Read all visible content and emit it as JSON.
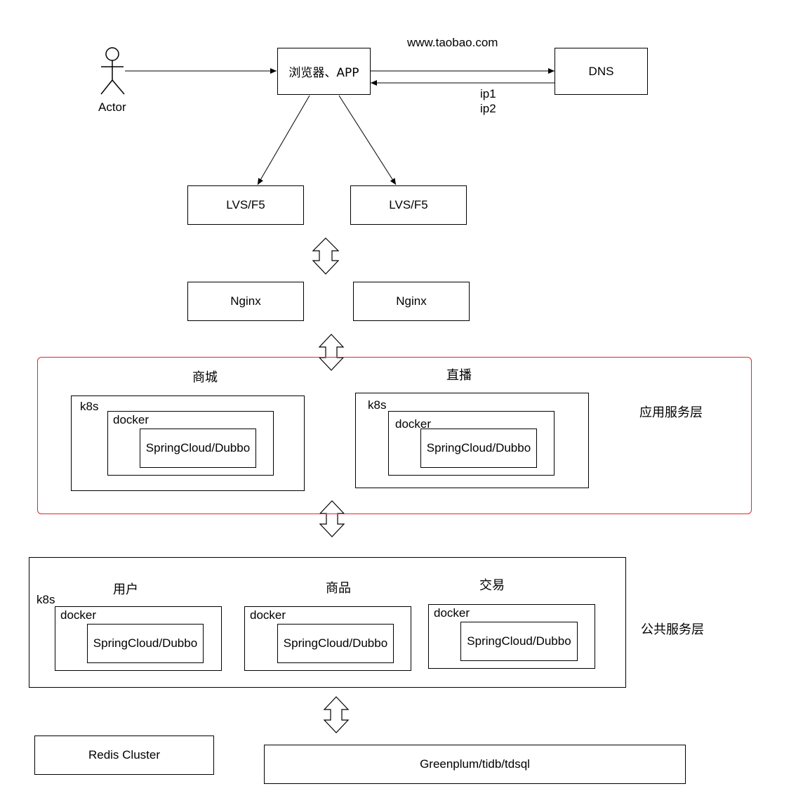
{
  "url_label": "www.taobao.com",
  "actor": {
    "label": "Actor"
  },
  "browser": {
    "label": "浏览器、APP"
  },
  "dns": {
    "label": "DNS",
    "ips": [
      "ip1",
      "ip2"
    ]
  },
  "lvs": [
    "LVS/F5",
    "LVS/F5"
  ],
  "nginx": [
    "Nginx",
    "Nginx"
  ],
  "app_layer": {
    "label": "应用服务层",
    "groups": [
      {
        "title": "商城",
        "k8s": "k8s",
        "docker": "docker",
        "service": "SpringCloud/Dubbo"
      },
      {
        "title": "直播",
        "k8s": "k8s",
        "docker": "docker",
        "service": "SpringCloud/Dubbo"
      }
    ]
  },
  "public_layer": {
    "label": "公共服务层",
    "k8s": "k8s",
    "groups": [
      {
        "title": "用户",
        "docker": "docker",
        "service": "SpringCloud/Dubbo"
      },
      {
        "title": "商品",
        "docker": "docker",
        "service": "SpringCloud/Dubbo"
      },
      {
        "title": "交易",
        "docker": "docker",
        "service": "SpringCloud/Dubbo"
      }
    ]
  },
  "storage": {
    "redis": "Redis Cluster",
    "db": "Greenplum/tidb/tdsql"
  }
}
